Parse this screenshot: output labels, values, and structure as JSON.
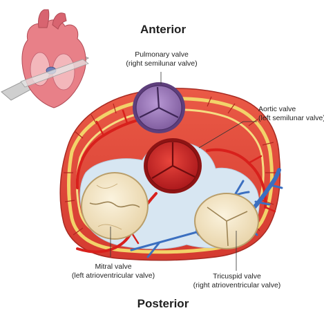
{
  "headings": {
    "anterior": "Anterior",
    "posterior": "Posterior"
  },
  "labels": {
    "pulmonary": {
      "line1": "Pulmonary valve",
      "line2": "(right semilunar valve)"
    },
    "aortic": {
      "line1": "Aortic valve",
      "line2": "(left semilunar valve)"
    },
    "mitral": {
      "line1": "Mitral valve",
      "line2": "(left atrioventricular valve)"
    },
    "tricuspid": {
      "line1": "Tricuspid valve",
      "line2": "(right atrioventricular valve)"
    }
  },
  "colors": {
    "muscle": "#e04a3a",
    "fat": "#f2d36a",
    "artery": "#d8201c",
    "vein": "#3b6fc0",
    "pulmonary_valve": "#9a76b8",
    "aortic_valve": "#d2302c",
    "av_valve": "#f4e6c4",
    "annulus_bg": "#d7e6f2",
    "heart_inset": "#e88088"
  }
}
